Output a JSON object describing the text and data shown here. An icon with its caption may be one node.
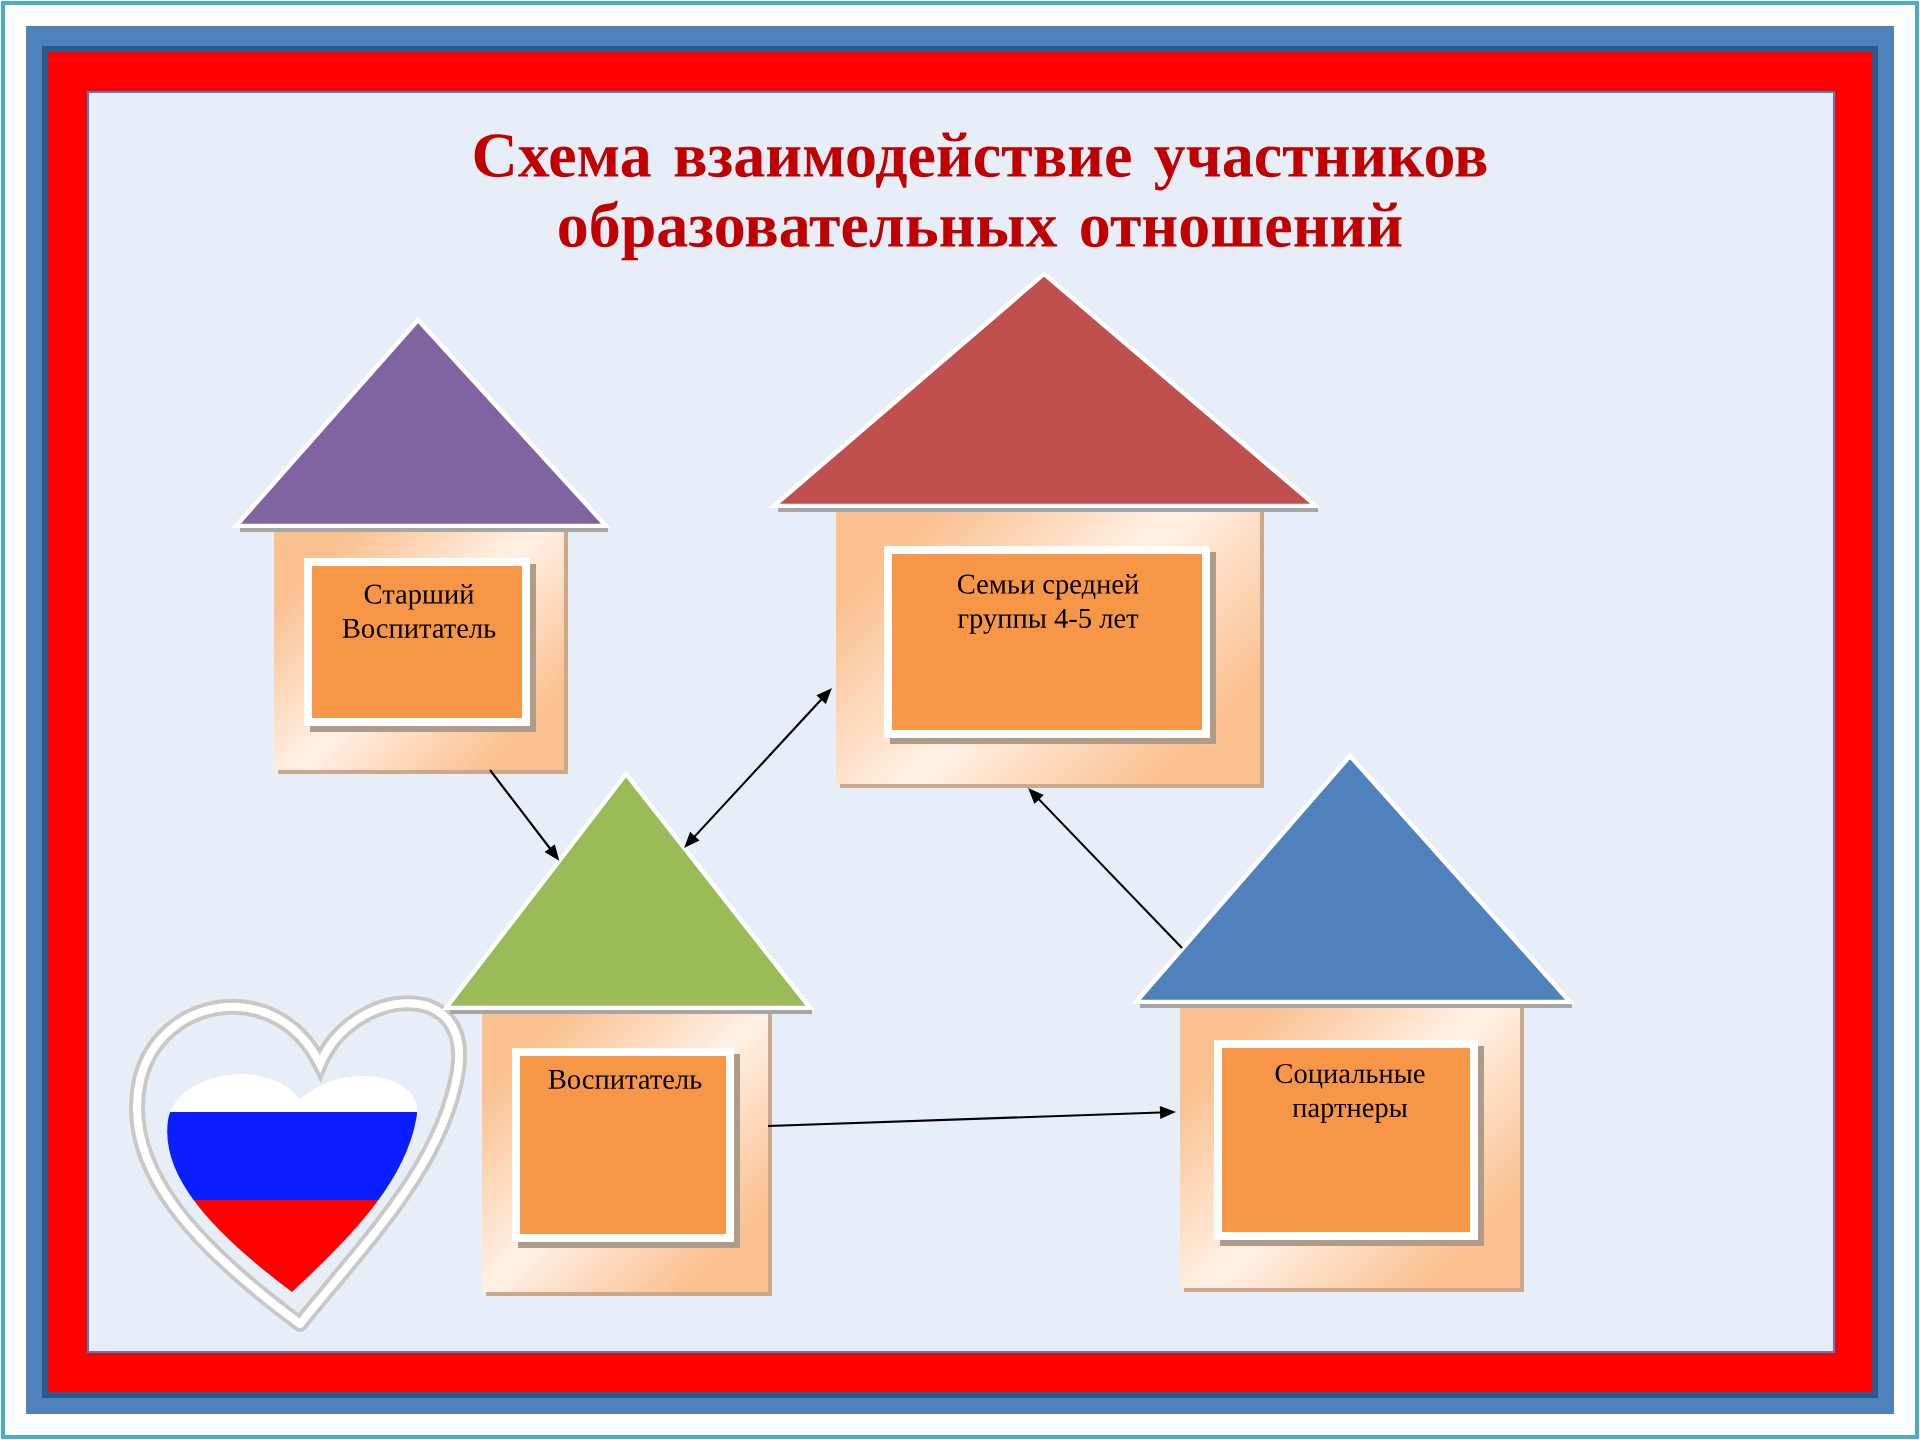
{
  "diagram": {
    "title": "Схема взаимодействие участников образовательных отношений",
    "nodes": [
      {
        "text": [
          "Старший Воспитатель"
        ]
      },
      {
        "text": [
          "Семьи средней группы 4-5 лет"
        ]
      },
      {
        "text": [
          "Воспитатель"
        ]
      },
      {
        "text": [
          "Социальные партнеры"
        ]
      }
    ],
    "edges": [
      {
        "from": 0,
        "to": 2,
        "arrow": "to"
      },
      {
        "from": 2,
        "to": 1,
        "arrow": "both"
      },
      {
        "from": 2,
        "to": 3,
        "arrow": "to"
      },
      {
        "from": 3,
        "to": 1,
        "arrow": "to"
      }
    ]
  }
}
